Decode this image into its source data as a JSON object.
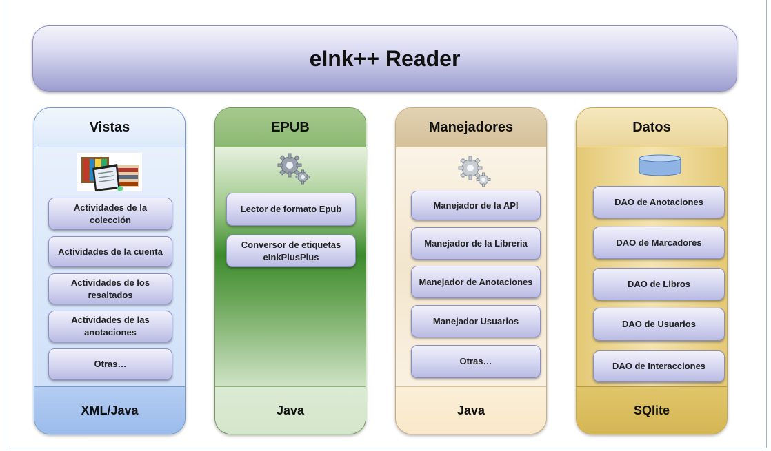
{
  "title": "eInk++ Reader",
  "columns": {
    "vistas": {
      "header": "Vistas",
      "footer": "XML/Java",
      "items": [
        "Actividades de la colección",
        "Actividades de la cuenta",
        "Actividades de los resaltados",
        "Actividades de las anotaciones",
        "Otras…"
      ]
    },
    "epub": {
      "header": "EPUB",
      "footer": "Java",
      "items": [
        "Lector de formato Epub",
        "Conversor de etiquetas eInkPlusPlus"
      ]
    },
    "manejadores": {
      "header": "Manejadores",
      "footer": "Java",
      "items": [
        "Manejador de la API",
        "Manejador de la Libreria",
        "Manejador de Anotaciones",
        "Manejador Usuarios",
        "Otras…"
      ]
    },
    "datos": {
      "header": "Datos",
      "footer": "SQlite",
      "items": [
        "DAO de Anotaciones",
        "DAO de Marcadores",
        "DAO de Libros",
        "DAO de Usuarios",
        "DAO de Interacciones"
      ]
    }
  },
  "icons": {
    "vistas": "books-tablet-icon",
    "epub": "gears-icon",
    "manejadores": "gears-icon",
    "datos": "database-icon"
  }
}
